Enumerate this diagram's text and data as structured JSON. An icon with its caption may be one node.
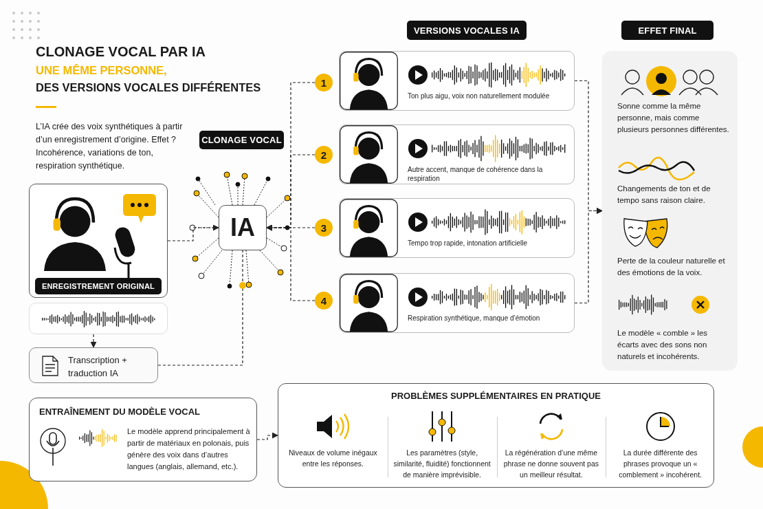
{
  "diagram": {
    "title": "CLONAGE VOCAL PAR IA",
    "nodes": [
      {
        "text": [
          "ENREGISTREMENT ORIGINAL"
        ]
      },
      {
        "text": [],
        "shape": "box"
      },
      {
        "text": [
          "Transcription + traduction IA"
        ]
      },
      {
        "text": [
          "CLONAGE VOCAL"
        ]
      },
      {
        "text": [
          "IA"
        ]
      },
      {
        "text": [
          "VERSIONS VOCALES IA"
        ]
      },
      {
        "text": [
          "1"
        ]
      },
      {
        "text": [
          "Ton plus aigu, voix non naturellement modulée"
        ]
      },
      {
        "text": [
          "2"
        ]
      },
      {
        "text": [
          "Autre accent, manque de cohérence dans la respiration"
        ]
      },
      {
        "text": [
          "3"
        ]
      },
      {
        "text": [
          "Tempo trop rapide, intonation artificielle"
        ]
      },
      {
        "text": [
          "4"
        ]
      },
      {
        "text": [
          "Respiration synthétique, manque d’émotion"
        ]
      },
      {
        "text": [
          "EFFET FINAL"
        ]
      },
      {
        "text": [
          "Sonne comme la même personne, mais comme plusieurs personnes différentes.",
          "Changements de ton et de tempo sans raison claire.",
          "Perte de la couleur naturelle et des émotions de la voix.",
          "Le modèle « comble » les écarts avec des sons non naturels et incohérents."
        ]
      },
      {
        "text": [
          "ENTRAÎNEMENT DU MODÈLE VOCAL",
          "Le modèle apprend principalement à partir de matériaux en polonais, puis génère des voix dans d’autres langues (anglais, allemand, etc.)."
        ]
      },
      {
        "text": [
          "PROBLÈMES SUPPLÉMENTAIRES EN PRATIQUE",
          "Niveaux de volume inégaux entre les réponses.",
          "Les paramètres (style, similarité, fluidité) fonctionnent de manière imprévisible.",
          "La régénération d’une même phrase ne donne souvent pas un meilleur résultat.",
          "La durée différente des phrases provoque un « comblement » incohérent."
        ]
      }
    ],
    "edges": [
      {
        "from": 0,
        "to": 4,
        "arrow": "to",
        "style": "dashed"
      },
      {
        "from": 1,
        "to": 2,
        "arrow": "to",
        "style": "dashed"
      },
      {
        "from": 2,
        "to": 4,
        "arrow": "none",
        "style": "dashed"
      },
      {
        "from": 6,
        "to": 4,
        "arrow": "to",
        "style": "dashed"
      },
      {
        "from": 8,
        "to": 4,
        "arrow": "to",
        "style": "dashed"
      },
      {
        "from": 10,
        "to": 4,
        "arrow": "to",
        "style": "dashed"
      },
      {
        "from": 12,
        "to": 4,
        "arrow": "to",
        "style": "dashed"
      },
      {
        "from": 7,
        "to": 15,
        "arrow": "to",
        "style": "dashed"
      },
      {
        "from": 13,
        "to": 15,
        "arrow": "to",
        "style": "dashed"
      },
      {
        "from": 16,
        "to": 17,
        "arrow": "to",
        "style": "dashed"
      }
    ],
    "labels": [
      "UNE MÊME PERSONNE,",
      "DES VERSIONS VOCALES DIFFÉRENTES",
      "L’IA crée des voix synthétiques à partir d’un enregistrement d’origine. Effet ? Incohérence, variations de ton, respiration synthétique."
    ]
  }
}
